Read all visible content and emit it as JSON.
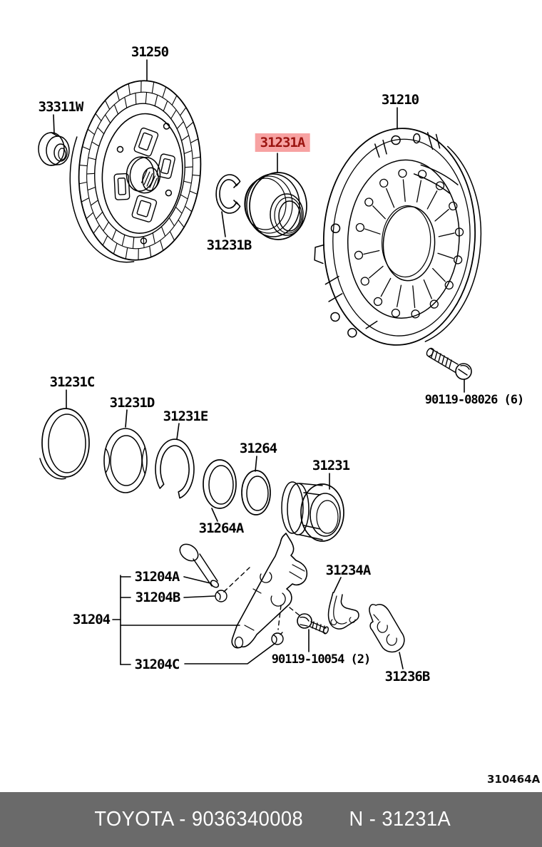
{
  "page": {
    "figure_code": "310464A",
    "footer": {
      "brand_part": "TOYOTA - 9036340008",
      "ref": "N - 31231A"
    },
    "colors": {
      "line": "#000000",
      "highlight_bg": "#f7a2a2",
      "highlight_text": "#9b1410",
      "footer_bg": "#6a6a6a",
      "footer_text": "#ffffff"
    },
    "labels": {
      "l31250": "31250",
      "l33311W": "33311W",
      "l31231A": "31231A",
      "l31210": "31210",
      "l31231B": "31231B",
      "l90119_08026": "90119-08026 (6)",
      "l31231C": "31231C",
      "l31231D": "31231D",
      "l31231E": "31231E",
      "l31264": "31264",
      "l31264A": "31264A",
      "l31231": "31231",
      "l31204A": "31204A",
      "l31204B": "31204B",
      "l31204": "31204",
      "l31204C": "31204C",
      "l31234A": "31234A",
      "l90119_10054": "90119-10054 (2)",
      "l31236B": "31236B"
    }
  }
}
